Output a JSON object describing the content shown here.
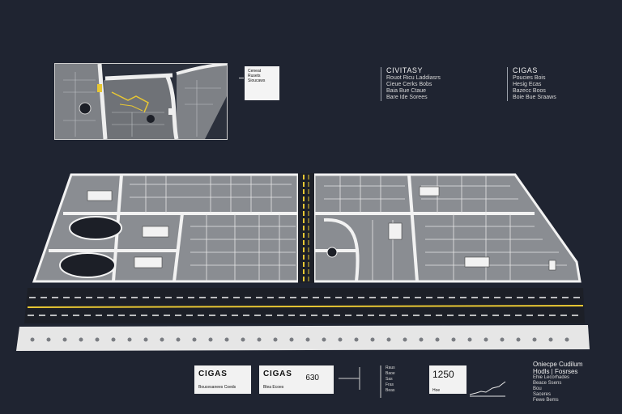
{
  "legend_left": {
    "title": "CIVITASY",
    "lines": [
      "Rouot Ricu Laddiasrs",
      "Cieue Cerks Bobs",
      "Baia Bue Ctaue",
      "Bare Ide Sorees"
    ]
  },
  "legend_right": {
    "title": "CIGAS",
    "lines": [
      "Poucies Bois",
      "Hesig Ecas",
      "Bazecc Boos",
      "Boie Bue Sraaws"
    ]
  },
  "note_card": {
    "title": "Ceneat",
    "lines": [
      "Rusets",
      "Sioucaws"
    ]
  },
  "card_1": {
    "title": "CIGAS",
    "caption": "Boucesanees Coeds"
  },
  "card_2": {
    "title": "CIGAS",
    "number": "630",
    "caption": "Blea Ecoes"
  },
  "card_3": {
    "lines": [
      "Raus",
      "Baoe",
      "Sas",
      "Fras",
      "Beas"
    ]
  },
  "card_4": {
    "number": "1250",
    "caption": "Hoe"
  },
  "bottom_legend": {
    "title": "Oniecpe Cudilum",
    "subtitle": "Hodls | Fosrses",
    "lines": [
      "Ehie Lecorhades",
      "Beace Ssens",
      "Bou",
      "Saceres",
      "Fewe Bems"
    ]
  },
  "colors": {
    "background": "#1f2431",
    "road_yellow": "#e8c733",
    "block_gray": "#8a8d92",
    "line_white": "#f2f2f2"
  }
}
